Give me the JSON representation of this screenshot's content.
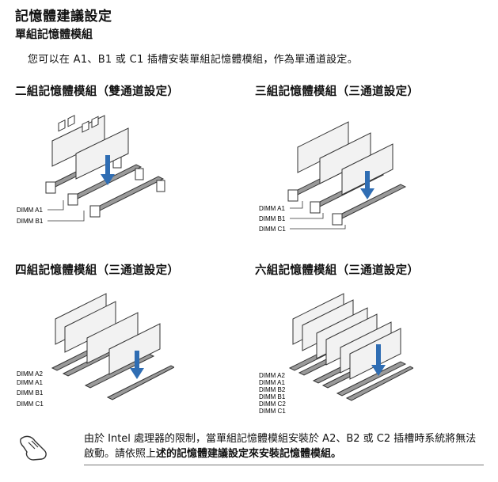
{
  "title": "記憶體建議設定",
  "subtitle": "單組記憶體模組",
  "intro": "您可以在 A1、B1 或 C1 插槽安裝單組記憶體模組，作為單通道設定。",
  "configs": [
    {
      "heading": "二組記憶體模組（雙通道設定）",
      "labels": [
        "DIMM A1",
        "DIMM B1"
      ]
    },
    {
      "heading": "三組記憶體模組（三通道設定）",
      "labels": [
        "DIMM A1",
        "DIMM B1",
        "DIMM C1"
      ]
    },
    {
      "heading": "四組記憶體模組（三通道設定）",
      "labels": [
        "DIMM A2",
        "DIMM A1",
        "DIMM B1",
        "DIMM C1"
      ]
    },
    {
      "heading": "六組記憶體模組（三通道設定）",
      "labels": [
        "DIMM A2",
        "DIMM A1",
        "DIMM B2",
        "DIMM B1",
        "DIMM C2",
        "DIMM C1"
      ]
    }
  ],
  "note": {
    "part1": "由於 Intel 處理器的限制，當單組記憶體模組安裝於 A2、B2 或 C2 插槽時系統將無法啟動。請依照上",
    "part2": "述的記憶體建議設定來安裝記憶體模組。"
  },
  "colors": {
    "arrow": "#2f6db3",
    "stick": "#f2f2f2",
    "slot": "#9a9a9a"
  }
}
